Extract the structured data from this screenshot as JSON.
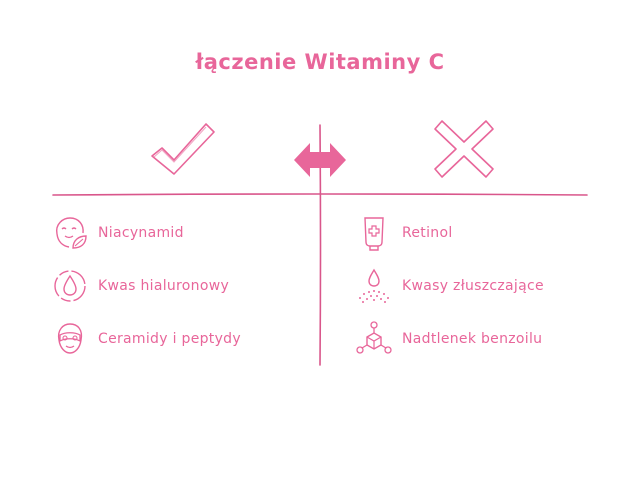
{
  "title": "łączenie Witaminy C",
  "colors": {
    "accent": "#e8669a",
    "line": "#d9568b"
  },
  "left_column": {
    "header_icon": "checkmark-icon",
    "items": [
      {
        "icon": "face-mask-leaf-icon",
        "label": "Niacynamid"
      },
      {
        "icon": "water-drop-circle-icon",
        "label": "Kwas hialuronowy"
      },
      {
        "icon": "face-mask-icon",
        "label": "Ceramidy i peptydy"
      }
    ]
  },
  "right_column": {
    "header_icon": "cross-icon",
    "items": [
      {
        "icon": "cream-tube-icon",
        "label": "Retinol"
      },
      {
        "icon": "drop-spray-icon",
        "label": "Kwasy złuszczające"
      },
      {
        "icon": "molecule-icon",
        "label": "Nadtlenek benzoilu"
      }
    ]
  },
  "center_icon": "double-arrow-icon"
}
